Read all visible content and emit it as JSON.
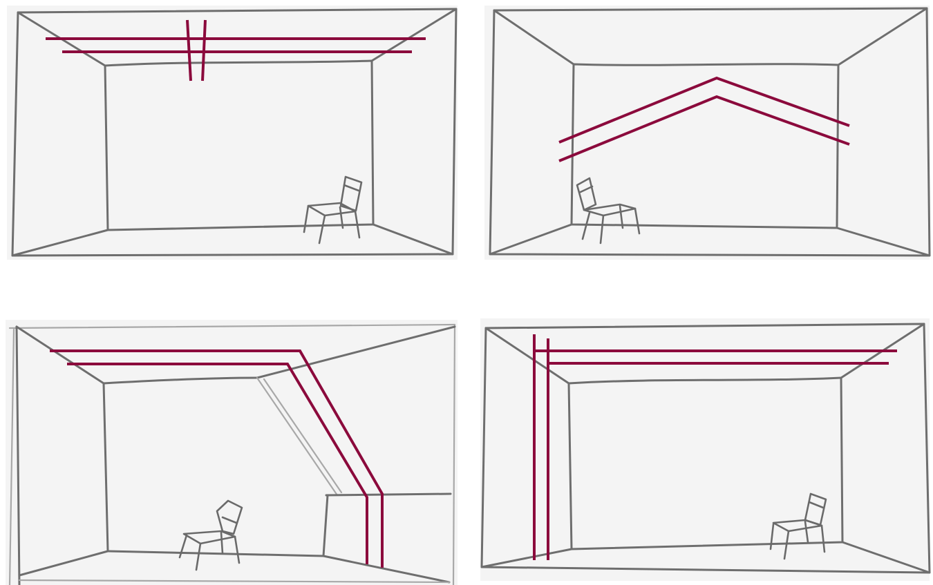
{
  "colors": {
    "accent_line": "#8b0a3c",
    "sketch_line": "#6e6e6e",
    "background": "#f4f4f4"
  },
  "panels": [
    {
      "id": "top-left",
      "variant": "parallel lines across ceiling with short crossing marks"
    },
    {
      "id": "top-right",
      "variant": "gabled double line across back wall"
    },
    {
      "id": "bottom-left",
      "variant": "double line along ceiling descending down sloped wall to floor"
    },
    {
      "id": "bottom-right",
      "variant": "double line down left edge turning along ceiling"
    }
  ]
}
